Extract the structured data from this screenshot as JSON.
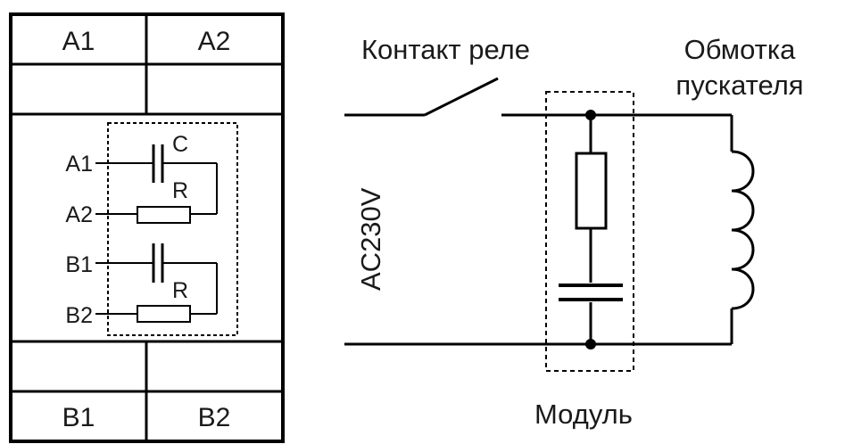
{
  "module_block": {
    "top_terminals": [
      "A1",
      "A2"
    ],
    "bottom_terminals": [
      "B1",
      "B2"
    ],
    "inner_pins": [
      "A1",
      "A2",
      "B1",
      "B2"
    ],
    "capacitor_label": "C",
    "resistor_label": "R"
  },
  "circuit": {
    "relay_contact_label": "Контакт реле",
    "coil_label_line1": "Обмотка",
    "coil_label_line2": "пускателя",
    "voltage_label": "AC230V",
    "module_label": "Модуль"
  },
  "colors": {
    "line": "#000000",
    "text": "#1a1a1a",
    "background": "#ffffff"
  }
}
